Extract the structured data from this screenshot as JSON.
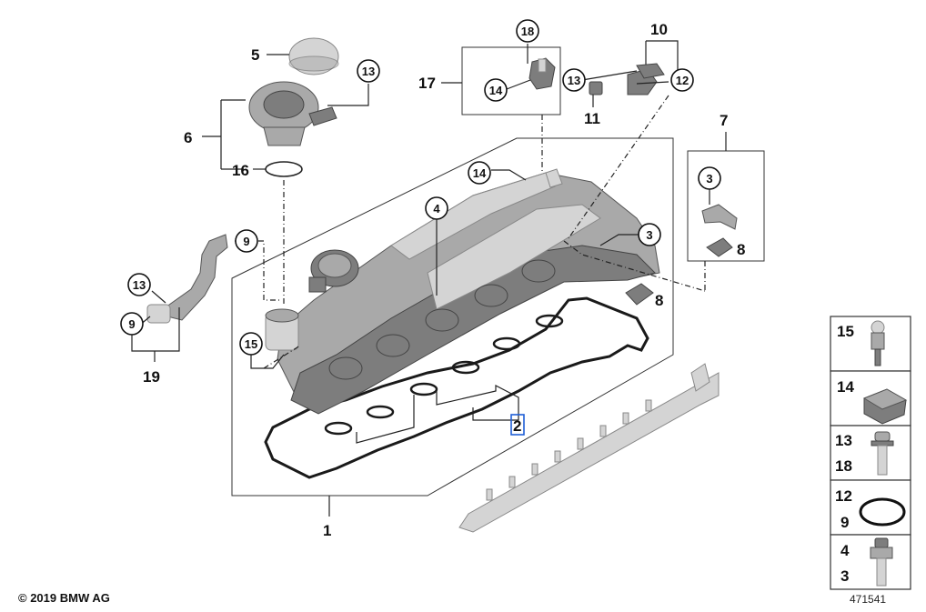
{
  "footer": {
    "copyright": "© 2019 BMW AG",
    "drawing_number": "471541"
  },
  "callouts": {
    "c1": "1",
    "c2": "2",
    "c3a": "3",
    "c3b": "3",
    "c4": "4",
    "c5": "5",
    "c6": "6",
    "c7": "7",
    "c8a": "8",
    "c8b": "8",
    "c9a": "9",
    "c9b": "9",
    "c10": "10",
    "c11": "11",
    "c12": "12",
    "c13a": "13",
    "c13b": "13",
    "c13c": "13",
    "c14a": "14",
    "c14b": "14",
    "c15": "15",
    "c16": "16",
    "c17": "17",
    "c18": "18",
    "c19": "19"
  },
  "legend": {
    "r1": [
      "15"
    ],
    "r2": [
      "14"
    ],
    "r3": [
      "13",
      "18"
    ],
    "r4": [
      "12",
      "9"
    ],
    "r5": [
      "4",
      "3"
    ]
  }
}
